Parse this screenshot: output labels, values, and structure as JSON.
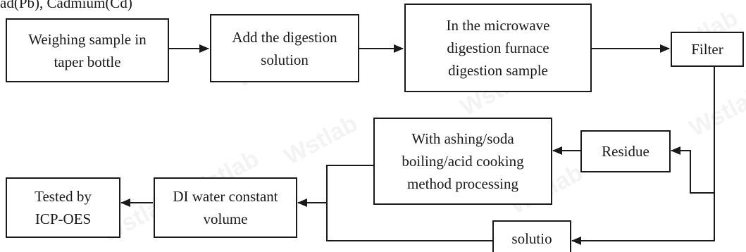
{
  "header_text": "ad(Pb), Cadmium(Cd)",
  "boxes": {
    "weighing": [
      "Weighing sample in",
      "taper bottle"
    ],
    "digestion_solution": [
      "Add the digestion",
      "solution"
    ],
    "microwave": [
      "In the microwave",
      "digestion furnace",
      "digestion sample"
    ],
    "filter": "Filter",
    "residue": "Residue",
    "ashing": [
      "With ashing/soda",
      "boiling/acid cooking",
      "method processing"
    ],
    "solution": "solutio",
    "di_water": [
      "DI water constant",
      "volume"
    ],
    "tested": [
      "Tested by",
      "ICP-OES"
    ]
  },
  "watermark": "Wstlab",
  "colors": {
    "line": "#1a1a1a",
    "box_border": "#1a1a1a",
    "background": "#ffffff"
  }
}
